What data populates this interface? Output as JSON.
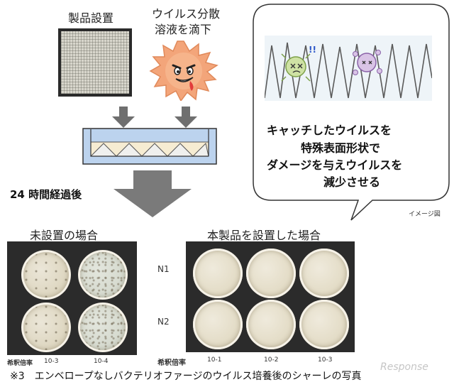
{
  "top": {
    "product_label": "製品設置",
    "virus_label_line1": "ウイルス分散",
    "virus_label_line2": "溶液を滴下"
  },
  "arrow_label": "24 時間経過後",
  "bubble": {
    "line1": "キャッチしたウイルスを",
    "line2": "特殊表面形状で",
    "line3": "ダメージを与えウイルスを",
    "line4": "減少させる",
    "image_note": "イメージ図"
  },
  "left_photo": {
    "title": "未設置の場合",
    "dilution_label": "希釈倍率",
    "dilutions": [
      "10-3",
      "10-4"
    ]
  },
  "right_photo": {
    "title": "本製品を設置した場合",
    "rows": [
      "N1",
      "N2"
    ],
    "dilution_label": "希釈倍率",
    "dilutions": [
      "10-1",
      "10-2",
      "10-3"
    ]
  },
  "caption": "※3　エンベロープなしバクテリオファージのウイルス培養後のシャーレの写真",
  "watermark": "Response",
  "colors": {
    "arrow_gray": "#7a7a7a",
    "tray_blue": "#bcd3ee",
    "tray_cream": "#f6ecd2",
    "virus_orange": "#f3a57a",
    "bubble_bg": "#eef4f8"
  }
}
